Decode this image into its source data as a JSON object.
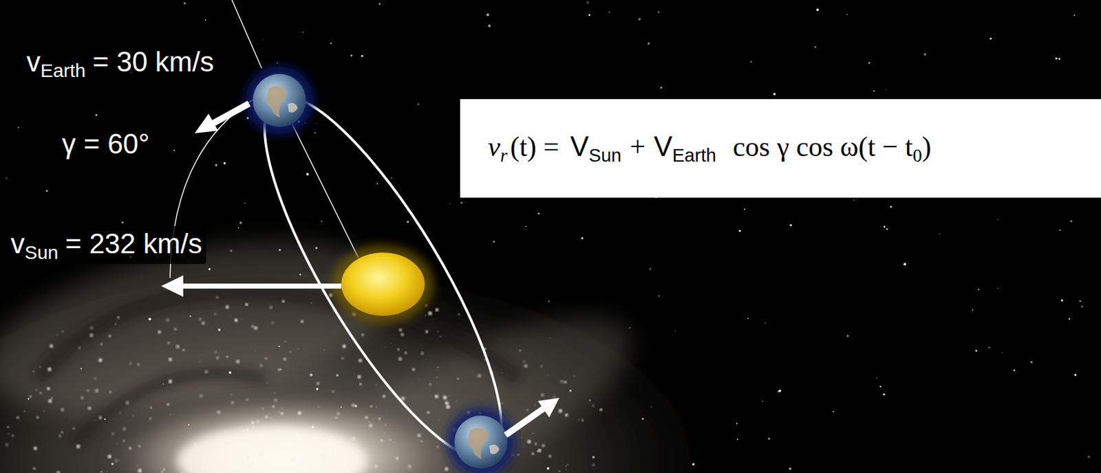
{
  "diagram": {
    "nodes": [
      {
        "text": [
          "v",
          "r",
          "(t) =",
          "V",
          "Sun",
          "+",
          "V",
          "Earth",
          "cos γ cos ω(t − t",
          "0",
          ")"
        ]
      }
    ],
    "labels": [
      "v",
      "Earth",
      "= 30 km/s",
      "γ = 60°",
      "v",
      "Sun",
      "= 232 km/s"
    ]
  }
}
